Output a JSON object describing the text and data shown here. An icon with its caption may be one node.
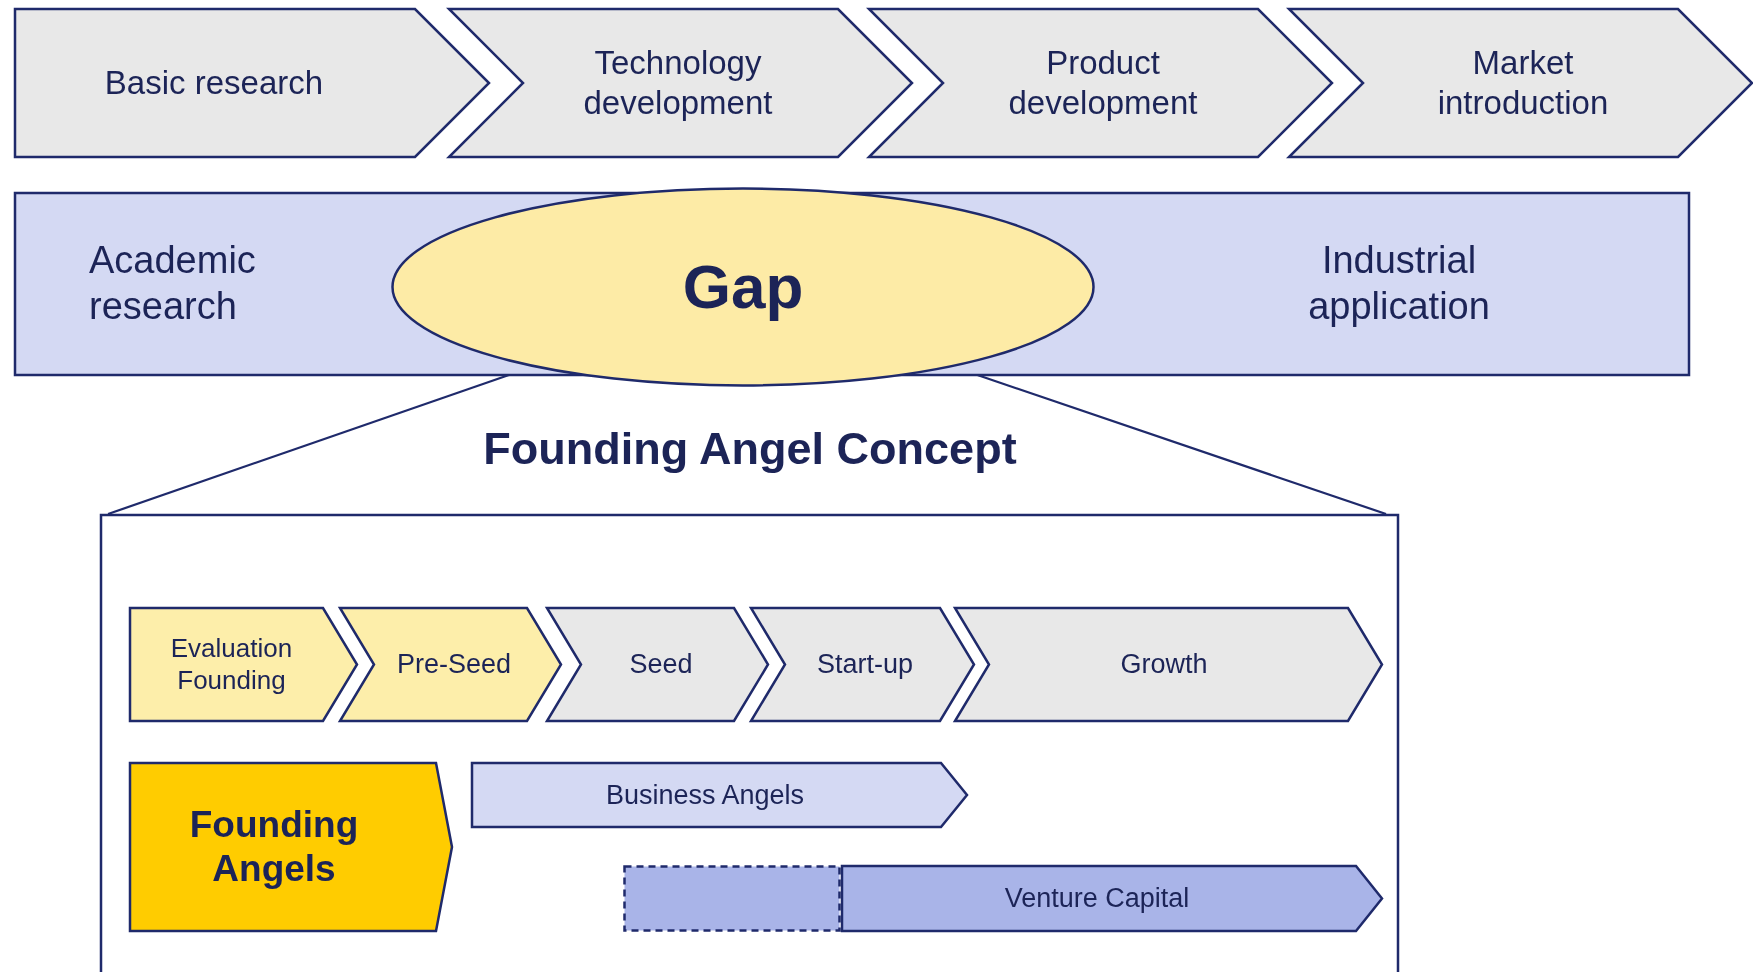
{
  "diagram": {
    "nodes": [
      {
        "text": [
          "Basic research"
        ]
      },
      {
        "text": [
          "Technology development"
        ]
      },
      {
        "text": [
          "Product development"
        ]
      },
      {
        "text": [
          "Market introduction"
        ]
      },
      {
        "text": [
          "Academic research",
          "Industrial application"
        ]
      },
      {
        "text": [
          "Gap"
        ]
      },
      {
        "text": [
          "Founding Angel Concept"
        ]
      },
      {
        "text": [
          "Evaluation Founding"
        ],
        "in": 6
      },
      {
        "text": [
          "Pre-Seed"
        ],
        "in": 6
      },
      {
        "text": [
          "Seed"
        ],
        "in": 6
      },
      {
        "text": [
          "Start-up"
        ],
        "in": 6
      },
      {
        "text": [
          "Growth"
        ],
        "in": 6
      },
      {
        "text": [
          "Founding Angels"
        ],
        "in": 6
      },
      {
        "text": [
          "Business Angels"
        ],
        "in": 6
      },
      {
        "text": [],
        "shape": "box",
        "in": 6
      },
      {
        "text": [
          "Venture Capital"
        ],
        "in": 6
      }
    ],
    "edges": [
      {
        "from": 5,
        "to": 6,
        "arrow": "none"
      },
      {
        "from": 5,
        "to": 6,
        "arrow": "none"
      }
    ]
  }
}
